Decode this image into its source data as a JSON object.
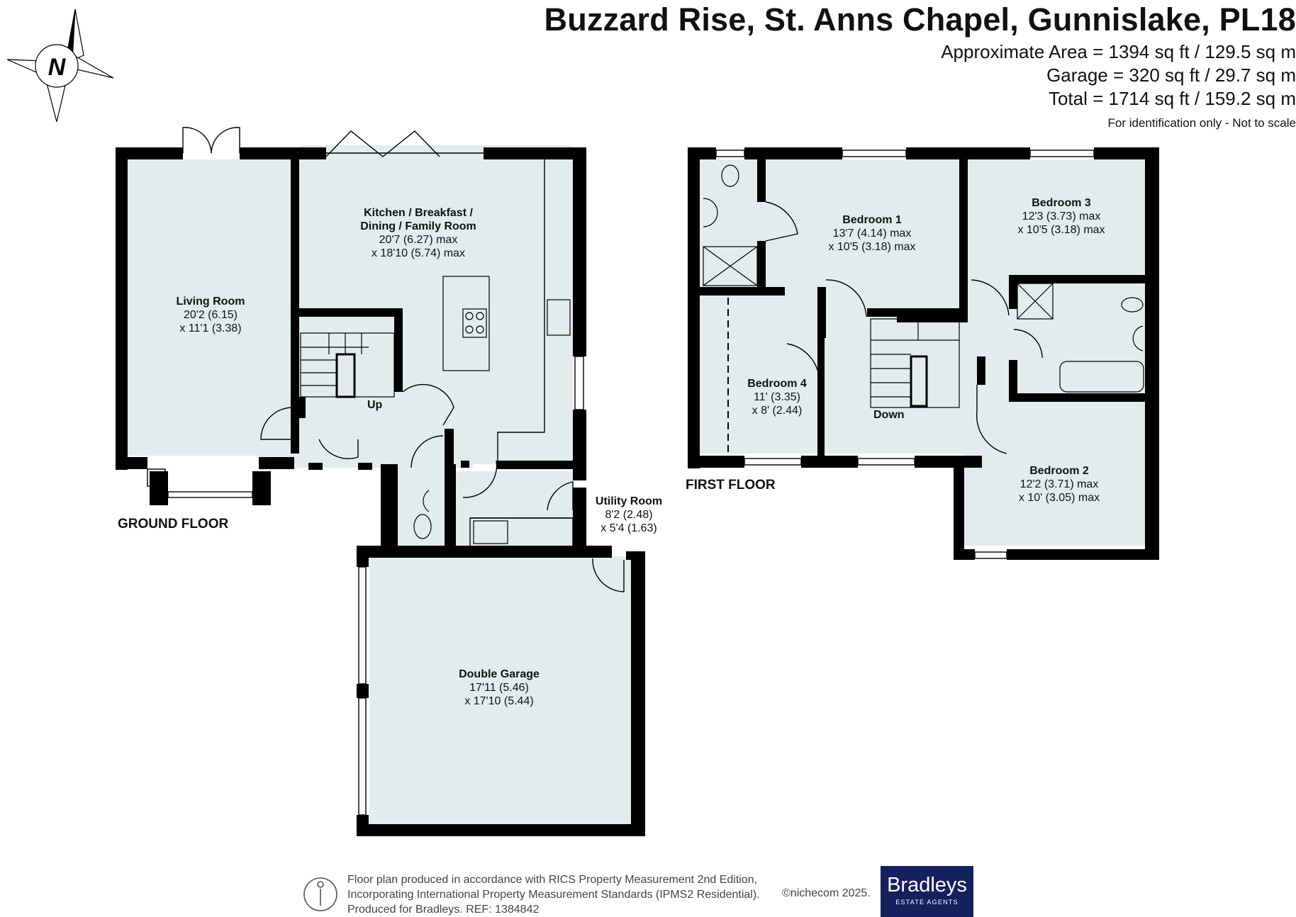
{
  "header": {
    "title": "Buzzard Rise, St. Anns Chapel, Gunnislake, PL18",
    "area_approx": "Approximate Area = 1394 sq ft / 129.5 sq m",
    "area_garage": "Garage = 320 sq ft / 29.7 sq m",
    "area_total": "Total = 1714 sq ft / 159.2 sq m",
    "note": "For identification only - Not to scale"
  },
  "compass": {
    "letter": "N",
    "icon": "north-compass-icon"
  },
  "floors": {
    "ground": "GROUND FLOOR",
    "first": "FIRST FLOOR"
  },
  "rooms": {
    "living": {
      "name": "Living Room",
      "dim1": "20'2 (6.15)",
      "dim2": "x 11'1 (3.38)"
    },
    "kitchen": {
      "name1": "Kitchen / Breakfast /",
      "name2": "Dining / Family Room",
      "dim1": "20'7 (6.27) max",
      "dim2": "x 18'10 (5.74) max"
    },
    "utility": {
      "name": "Utility Room",
      "dim1": "8'2 (2.48)",
      "dim2": "x 5'4 (1.63)"
    },
    "garage": {
      "name": "Double Garage",
      "dim1": "17'11  (5.46)",
      "dim2": "x 17'10 (5.44)"
    },
    "bed1": {
      "name": "Bedroom 1",
      "dim1": "13'7 (4.14) max",
      "dim2": "x 10'5 (3.18) max"
    },
    "bed2": {
      "name": "Bedroom 2",
      "dim1": "12'2 (3.71) max",
      "dim2": "x 10' (3.05) max"
    },
    "bed3": {
      "name": "Bedroom 3",
      "dim1": "12'3 (3.73) max",
      "dim2": "x 10'5 (3.18) max"
    },
    "bed4": {
      "name": "Bedroom 4",
      "dim1": "11' (3.35)",
      "dim2": "x 8' (2.44)"
    }
  },
  "stairs": {
    "up": "Up",
    "down": "Down"
  },
  "footer": {
    "line1": "Floor plan produced in accordance with RICS Property Measurement 2nd Edition,",
    "line2": "Incorporating International Property Measurement Standards (IPMS2 Residential).",
    "line3": "Produced for Bradleys.   REF: 1384842",
    "copyright": "©nichecom 2025.",
    "logo_text": "Bradleys",
    "logo_sub": "ESTATE AGENTS"
  },
  "colors": {
    "wall": "#000000",
    "floor": "#e3ecec",
    "logo_bg": "#15205e"
  }
}
